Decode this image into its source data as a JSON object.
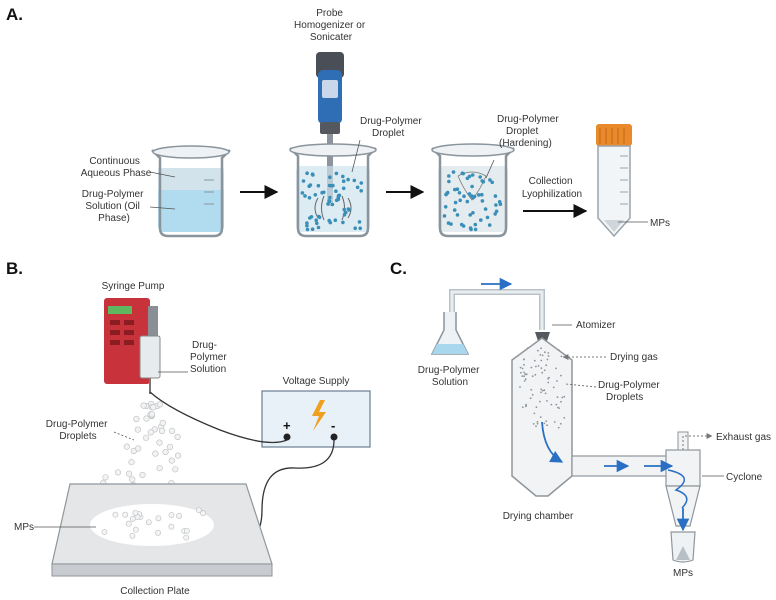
{
  "panels": {
    "a": {
      "letter": "A.",
      "labels": {
        "probe": [
          "Probe",
          "Homogenizer or",
          "Sonicater"
        ],
        "continuous": [
          "Continuous",
          "Aqueous Phase"
        ],
        "solution": [
          "Drug-Polymer",
          "Solution (Oil",
          "Phase)"
        ],
        "droplet": [
          "Drug-Polymer",
          "Droplet"
        ],
        "hardening": [
          "Drug-Polymer",
          "Droplet",
          "(Hardening)"
        ],
        "collection": [
          "Collection",
          "Lyophilization"
        ],
        "mps": "MPs"
      }
    },
    "b": {
      "letter": "B.",
      "labels": {
        "pump": "Syringe Pump",
        "solution": [
          "Drug-",
          "Polymer",
          "Solution"
        ],
        "voltage": "Voltage Supply",
        "plus": "+",
        "minus": "-",
        "droplets": [
          "Drug-Polymer",
          "Droplets"
        ],
        "mps": "MPs",
        "plate": "Collection Plate"
      }
    },
    "c": {
      "letter": "C.",
      "labels": {
        "atomizer": "Atomizer",
        "drying_gas": "Drying gas",
        "solution": [
          "Drug-Polymer",
          "Solution"
        ],
        "droplets": [
          "Drug-Polymer",
          "Droplets"
        ],
        "exhaust": "Exhaust gas",
        "cyclone": "Cyclone",
        "chamber": "Drying chamber",
        "mps": "MPs"
      }
    }
  },
  "colors": {
    "liquid": "#a9d8ee",
    "glass": "#dfe6ea",
    "glass_stroke": "#8a949c",
    "arrow_blue": "#2a6fc4",
    "pump_red": "#c8323a",
    "homogenizer_blue": "#2f6db5",
    "cap_orange": "#e9892a",
    "bolt": "#f0a020"
  }
}
